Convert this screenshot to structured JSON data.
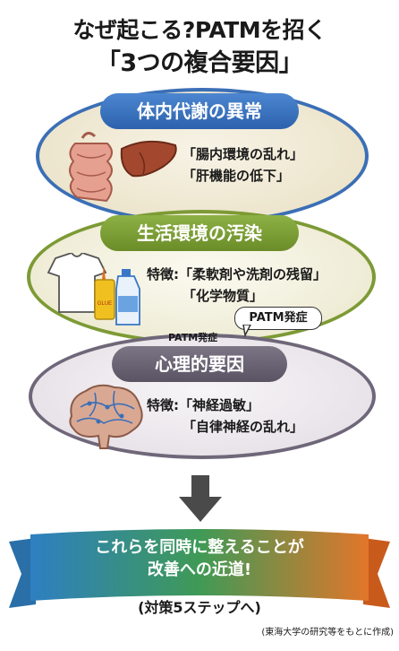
{
  "title": {
    "line1": "なぜ起こる?PATMを招く",
    "line2": "「3つの複合要因」"
  },
  "factors": [
    {
      "heading": "体内代謝の異常",
      "lines": [
        "「腸内環境の乱れ」",
        "「肝機能の低下」"
      ]
    },
    {
      "heading": "生活環境の汚染",
      "lines": [
        "特徴:「柔軟剤や洗剤の残留」",
        "「化学物質」"
      ],
      "glue_label": "GLUE"
    },
    {
      "heading": "心理的要因",
      "lines": [
        "特徴:「神経過敏」",
        "「自律神経の乱れ」"
      ]
    }
  ],
  "labels": {
    "bubble": "PATM発症",
    "small": "PATM発症"
  },
  "conclusion": {
    "line1": "これらを同時に整えることが",
    "line2": "改善への近道!",
    "sub": "(対策5ステップへ)"
  },
  "source": "(東海大学の研究等をもとに作成)"
}
